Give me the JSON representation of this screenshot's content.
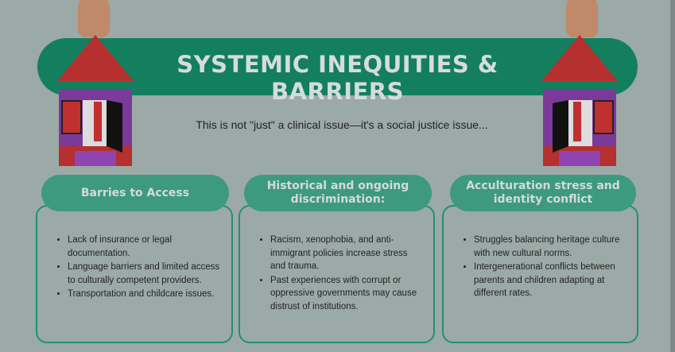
{
  "header": {
    "title": "SYSTEMIC INEQUITIES & BARRIERS",
    "subtitle": "This is not \"just\" a clinical issue—it's a social justice issue..."
  },
  "colors": {
    "banner": "#137f5f",
    "pill": "#3d9a7f",
    "background": "#9caaa7",
    "roof": "#b5302f",
    "wall": "#7b3a9a"
  },
  "columns": [
    {
      "heading": "Barries to Access",
      "items": [
        "Lack of insurance or legal documentation.",
        "Language barriers and limited access to culturally competent providers.",
        "Transportation and childcare issues."
      ]
    },
    {
      "heading": "Historical and ongoing discrimination:",
      "items": [
        "Racism, xenophobia, and anti-immigrant policies increase stress and trauma.",
        "Past experiences with corrupt or oppressive governments may cause distrust of institutions."
      ]
    },
    {
      "heading": "Acculturation stress and identity conflict",
      "items": [
        "Struggles balancing heritage culture with new cultural norms.",
        "Intergenerational conflicts between parents and children adapting at different rates."
      ]
    }
  ]
}
